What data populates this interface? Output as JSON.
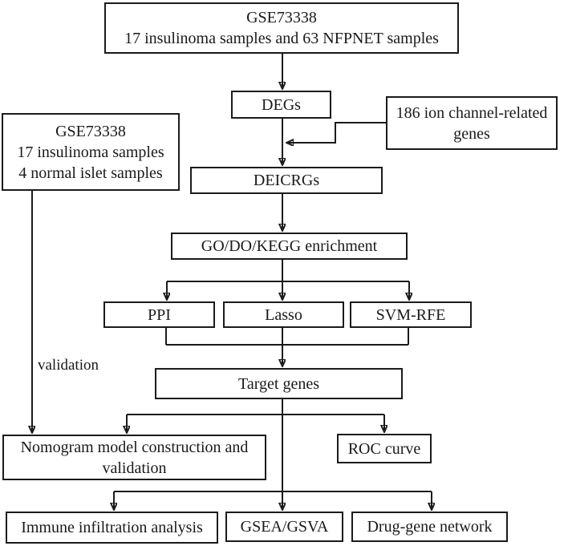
{
  "figure": {
    "type": "flowchart",
    "background_color": "#ffffff",
    "line_color": "#1b1b1b"
  },
  "nodes": {
    "discovery_cohort": {
      "lines": [
        "GSE73338",
        "17 insulinoma samples and 63 NFPNET samples"
      ]
    },
    "degs": {
      "lines": [
        "DEGs"
      ]
    },
    "ion_genes": {
      "lines": [
        "186 ion channel-related",
        "genes"
      ]
    },
    "validation_cohort": {
      "lines": [
        "GSE73338",
        "17 insulinoma samples",
        "4 normal islet samples"
      ]
    },
    "deicrgs": {
      "lines": [
        "DEICRGs"
      ]
    },
    "enrichment": {
      "lines": [
        "GO/DO/KEGG enrichment"
      ]
    },
    "ppi": {
      "lines": [
        "PPI"
      ]
    },
    "lasso": {
      "lines": [
        "Lasso"
      ]
    },
    "svm_rfe": {
      "lines": [
        "SVM-RFE"
      ]
    },
    "target_genes": {
      "lines": [
        "Target genes"
      ]
    },
    "nomogram": {
      "lines": [
        "Nomogram model construction and",
        "validation"
      ]
    },
    "roc_curve": {
      "lines": [
        "ROC curve"
      ]
    },
    "immune_infiltration": {
      "lines": [
        "Immune infiltration analysis"
      ]
    },
    "gsea_gsva": {
      "lines": [
        "GSEA/GSVA"
      ]
    },
    "drug_gene_network": {
      "lines": [
        "Drug-gene network"
      ]
    }
  },
  "edge_labels": {
    "validation": "validation"
  }
}
